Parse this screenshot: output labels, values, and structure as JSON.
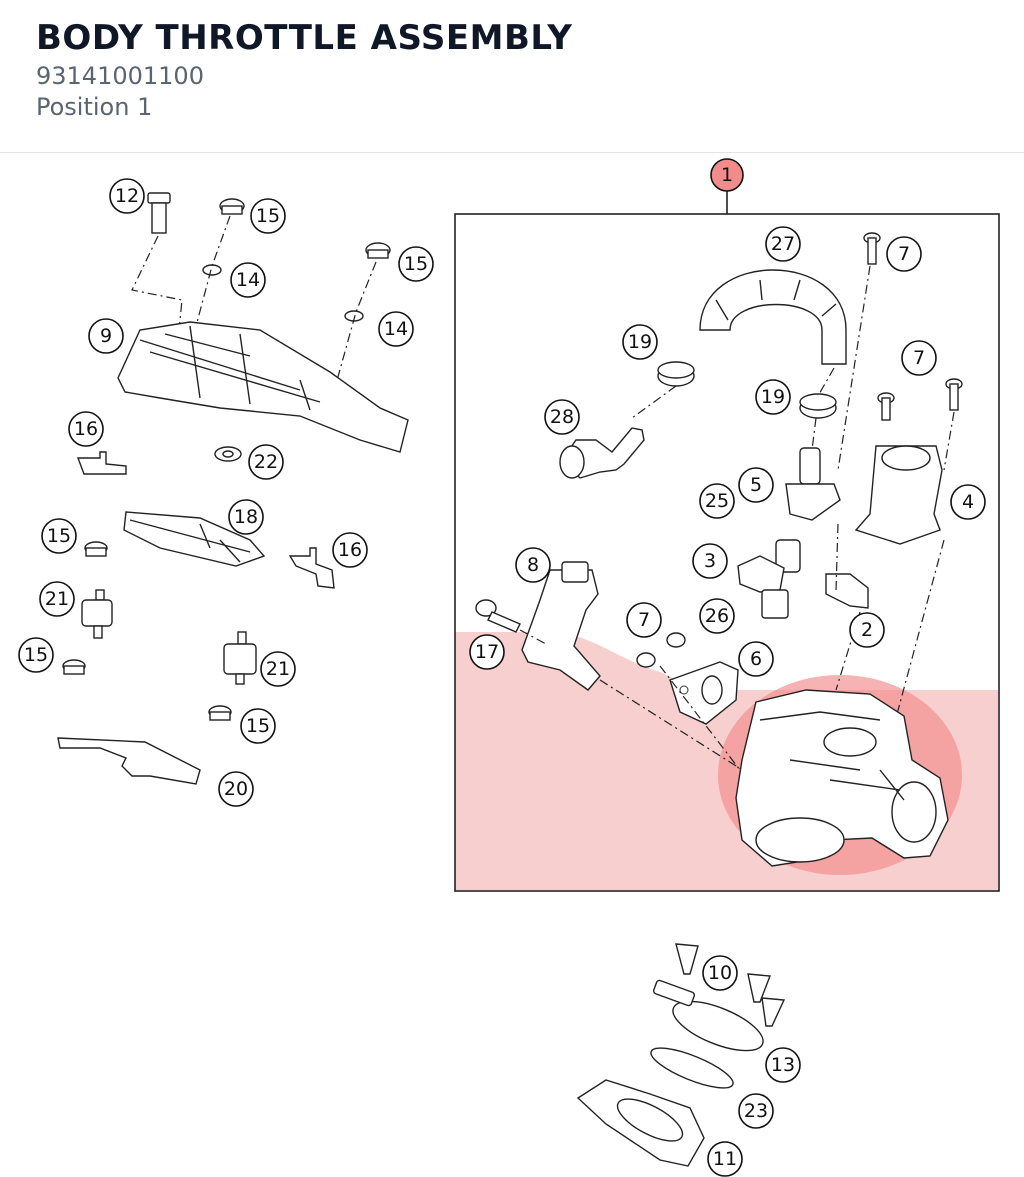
{
  "header": {
    "title": "BODY THROTTLE ASSEMBLY",
    "part_number": "93141001100",
    "position": "Position 1"
  },
  "highlight_color": "#f28b8b",
  "selected_callout": "1",
  "callouts": {
    "c1": "1",
    "c2": "2",
    "c3": "3",
    "c4": "4",
    "c5": "5",
    "c6": "6",
    "c7a": "7",
    "c7b": "7",
    "c7c": "7",
    "c8": "8",
    "c9": "9",
    "c10": "10",
    "c11": "11",
    "c12": "12",
    "c13": "13",
    "c14a": "14",
    "c14b": "14",
    "c15a": "15",
    "c15b": "15",
    "c15c": "15",
    "c15d": "15",
    "c15e": "15",
    "c16a": "16",
    "c16b": "16",
    "c17": "17",
    "c18": "18",
    "c19a": "19",
    "c19b": "19",
    "c20": "20",
    "c21a": "21",
    "c21b": "21",
    "c22": "22",
    "c23": "23",
    "c25": "25",
    "c26": "26",
    "c27": "27",
    "c28": "28"
  }
}
